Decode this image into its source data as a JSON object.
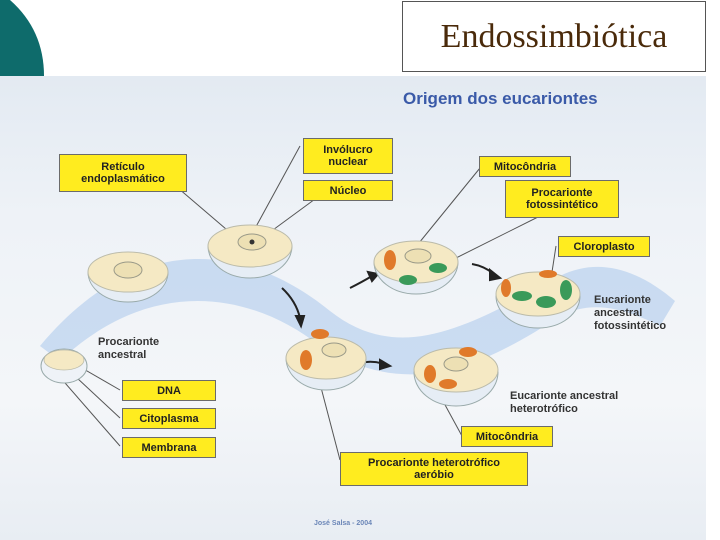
{
  "slide": {
    "title": "Endossimbiótica",
    "accent_color": "#0e6b6b"
  },
  "figure": {
    "title": "Origem dos eucariontes",
    "credit": "José Salsa - 2004",
    "labels": {
      "reticulo": "Retículo\nendoplasmático",
      "involucro": "Invólucro\nnuclear",
      "nucleo": "Núcleo",
      "mitocondria_top": "Mitocôndria",
      "procarionte_foto": "Procarionte\nfotossintético",
      "cloroplasto": "Cloroplasto",
      "dna": "DNA",
      "citoplasma": "Citoplasma",
      "membrana": "Membrana",
      "mitocondria_bottom": "Mitocôndria",
      "procarionte_hetero": "Procarionte heterotrófico\naeróbio"
    },
    "texts": {
      "procarionte_ancestral": "Procarionte\nancestral",
      "eucarionte_foto": "Eucarionte\nancestral\nfotossintético",
      "eucarionte_hetero": "Eucarionte ancestral\nheterotrófico"
    },
    "colors": {
      "label_fill": "#ffec1f",
      "cell_fill": "#f5e9c4",
      "mitochondria": "#e07a2a",
      "chloroplast": "#3a9a5a",
      "flow_band": "#bcd3ef"
    }
  }
}
